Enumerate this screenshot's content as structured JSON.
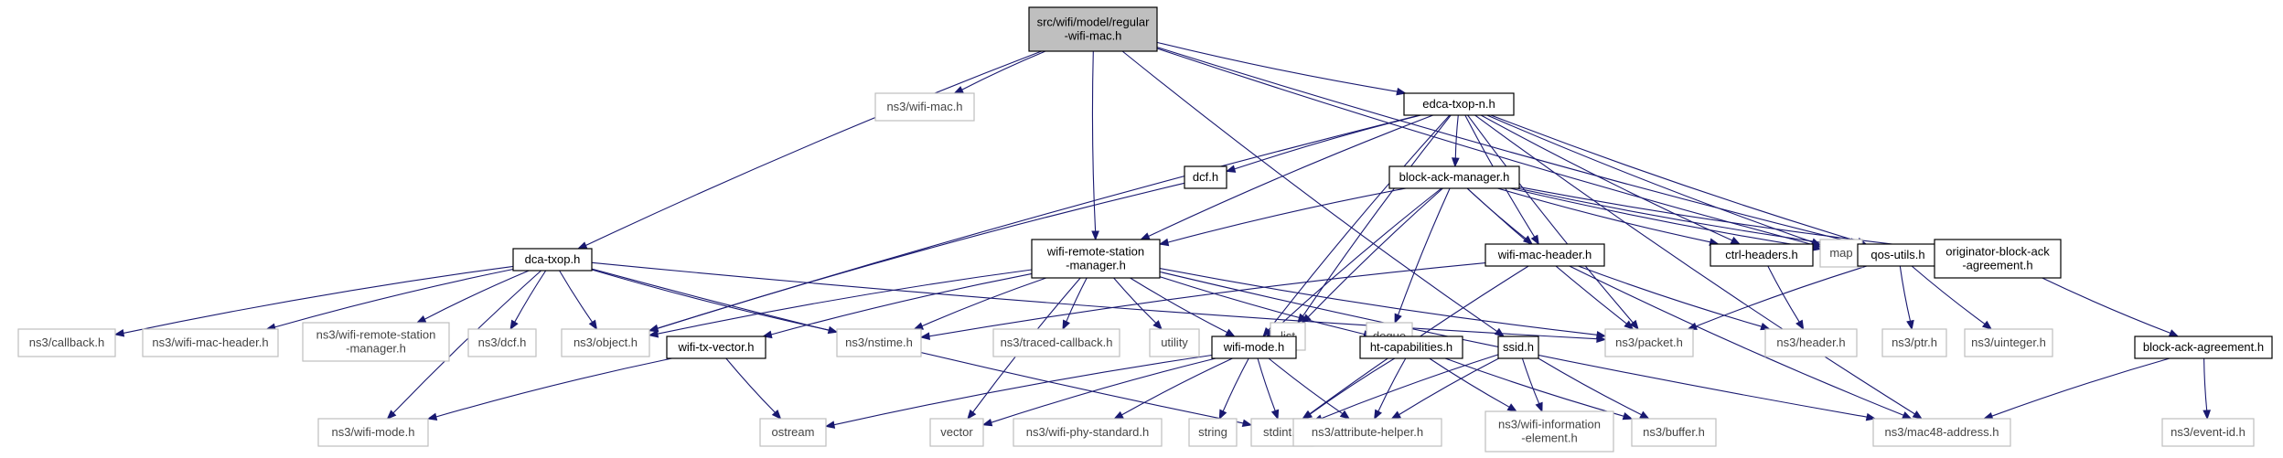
{
  "graph": {
    "colors": {
      "edge": "#191970",
      "root_fill": "#bfbfbf",
      "node_border": "#000000",
      "external_border": "#bfbfbf",
      "background": "#ffffff"
    },
    "nodes": [
      {
        "id": "root",
        "lines": [
          "src/wifi/model/regular",
          "-wifi-mac.h"
        ],
        "kind": "root"
      },
      {
        "id": "ns3wifimac",
        "lines": [
          "ns3/wifi-mac.h"
        ],
        "kind": "external"
      },
      {
        "id": "edca",
        "lines": [
          "edca-txop-n.h"
        ],
        "kind": "local"
      },
      {
        "id": "dcf",
        "lines": [
          "dcf.h"
        ],
        "kind": "local"
      },
      {
        "id": "bam",
        "lines": [
          "block-ack-manager.h"
        ],
        "kind": "local"
      },
      {
        "id": "dca",
        "lines": [
          "dca-txop.h"
        ],
        "kind": "local"
      },
      {
        "id": "wrsm",
        "lines": [
          "wifi-remote-station",
          "-manager.h"
        ],
        "kind": "local"
      },
      {
        "id": "list",
        "lines": [
          "list"
        ],
        "kind": "external"
      },
      {
        "id": "deque",
        "lines": [
          "deque"
        ],
        "kind": "external"
      },
      {
        "id": "wmh",
        "lines": [
          "wifi-mac-header.h"
        ],
        "kind": "local"
      },
      {
        "id": "ctrl",
        "lines": [
          "ctrl-headers.h"
        ],
        "kind": "local"
      },
      {
        "id": "map",
        "lines": [
          "map"
        ],
        "kind": "external"
      },
      {
        "id": "qos",
        "lines": [
          "qos-utils.h"
        ],
        "kind": "local"
      },
      {
        "id": "oba",
        "lines": [
          "originator-block-ack",
          "-agreement.h"
        ],
        "kind": "local"
      },
      {
        "id": "callback",
        "lines": [
          "ns3/callback.h"
        ],
        "kind": "external"
      },
      {
        "id": "ns3wmh",
        "lines": [
          "ns3/wifi-mac-header.h"
        ],
        "kind": "external"
      },
      {
        "id": "ns3wrsm",
        "lines": [
          "ns3/wifi-remote-station",
          "-manager.h"
        ],
        "kind": "external"
      },
      {
        "id": "ns3dcf",
        "lines": [
          "ns3/dcf.h"
        ],
        "kind": "external"
      },
      {
        "id": "object",
        "lines": [
          "ns3/object.h"
        ],
        "kind": "external"
      },
      {
        "id": "wtv",
        "lines": [
          "wifi-tx-vector.h"
        ],
        "kind": "local"
      },
      {
        "id": "nstime",
        "lines": [
          "ns3/nstime.h"
        ],
        "kind": "external"
      },
      {
        "id": "tracedcb",
        "lines": [
          "ns3/traced-callback.h"
        ],
        "kind": "external"
      },
      {
        "id": "utility",
        "lines": [
          "utility"
        ],
        "kind": "external"
      },
      {
        "id": "wmode",
        "lines": [
          "wifi-mode.h"
        ],
        "kind": "local"
      },
      {
        "id": "htcap",
        "lines": [
          "ht-capabilities.h"
        ],
        "kind": "local"
      },
      {
        "id": "ssid",
        "lines": [
          "ssid.h"
        ],
        "kind": "local"
      },
      {
        "id": "packet",
        "lines": [
          "ns3/packet.h"
        ],
        "kind": "external"
      },
      {
        "id": "header",
        "lines": [
          "ns3/header.h"
        ],
        "kind": "external"
      },
      {
        "id": "ptr",
        "lines": [
          "ns3/ptr.h"
        ],
        "kind": "external"
      },
      {
        "id": "uinteger",
        "lines": [
          "ns3/uinteger.h"
        ],
        "kind": "external"
      },
      {
        "id": "baa",
        "lines": [
          "block-ack-agreement.h"
        ],
        "kind": "local"
      },
      {
        "id": "ns3wmode",
        "lines": [
          "ns3/wifi-mode.h"
        ],
        "kind": "external"
      },
      {
        "id": "ostream",
        "lines": [
          "ostream"
        ],
        "kind": "external"
      },
      {
        "id": "vector",
        "lines": [
          "vector"
        ],
        "kind": "external"
      },
      {
        "id": "phystd",
        "lines": [
          "ns3/wifi-phy-standard.h"
        ],
        "kind": "external"
      },
      {
        "id": "string",
        "lines": [
          "string"
        ],
        "kind": "external"
      },
      {
        "id": "stdint",
        "lines": [
          "stdint.h"
        ],
        "kind": "external"
      },
      {
        "id": "attrhelper",
        "lines": [
          "ns3/attribute-helper.h"
        ],
        "kind": "external"
      },
      {
        "id": "wie",
        "lines": [
          "ns3/wifi-information",
          "-element.h"
        ],
        "kind": "external"
      },
      {
        "id": "buffer",
        "lines": [
          "ns3/buffer.h"
        ],
        "kind": "external"
      },
      {
        "id": "mac48",
        "lines": [
          "ns3/mac48-address.h"
        ],
        "kind": "external"
      },
      {
        "id": "eventid",
        "lines": [
          "ns3/event-id.h"
        ],
        "kind": "external"
      }
    ],
    "edges": [
      [
        "root",
        "ns3wifimac"
      ],
      [
        "root",
        "edca"
      ],
      [
        "root",
        "dca"
      ],
      [
        "root",
        "wrsm"
      ],
      [
        "root",
        "ssid"
      ],
      [
        "root",
        "qos"
      ],
      [
        "root",
        "map"
      ],
      [
        "edca",
        "dcf"
      ],
      [
        "edca",
        "bam"
      ],
      [
        "edca",
        "wrsm"
      ],
      [
        "edca",
        "list"
      ],
      [
        "edca",
        "wmh"
      ],
      [
        "edca",
        "ctrl"
      ],
      [
        "edca",
        "map"
      ],
      [
        "edca",
        "qos"
      ],
      [
        "edca",
        "packet"
      ],
      [
        "edca",
        "mac48"
      ],
      [
        "edca",
        "wmode"
      ],
      [
        "edca",
        "object"
      ],
      [
        "dcf",
        "object"
      ],
      [
        "bam",
        "list"
      ],
      [
        "bam",
        "deque"
      ],
      [
        "bam",
        "wmh"
      ],
      [
        "bam",
        "ctrl"
      ],
      [
        "bam",
        "map"
      ],
      [
        "bam",
        "qos"
      ],
      [
        "bam",
        "oba"
      ],
      [
        "bam",
        "packet"
      ],
      [
        "bam",
        "wmode"
      ],
      [
        "bam",
        "wrsm"
      ],
      [
        "dca",
        "callback"
      ],
      [
        "dca",
        "ns3wmh"
      ],
      [
        "dca",
        "ns3wrsm"
      ],
      [
        "dca",
        "ns3dcf"
      ],
      [
        "dca",
        "object"
      ],
      [
        "dca",
        "nstime"
      ],
      [
        "dca",
        "packet"
      ],
      [
        "dca",
        "stdint"
      ],
      [
        "dca",
        "ns3wmode"
      ],
      [
        "wrsm",
        "wtv"
      ],
      [
        "wrsm",
        "nstime"
      ],
      [
        "wrsm",
        "tracedcb"
      ],
      [
        "wrsm",
        "utility"
      ],
      [
        "wrsm",
        "wmode"
      ],
      [
        "wrsm",
        "htcap"
      ],
      [
        "wrsm",
        "packet"
      ],
      [
        "wrsm",
        "mac48"
      ],
      [
        "wrsm",
        "object"
      ],
      [
        "wrsm",
        "vector"
      ],
      [
        "wmh",
        "nstime"
      ],
      [
        "wmh",
        "header"
      ],
      [
        "wmh",
        "mac48"
      ],
      [
        "wmh",
        "stdint"
      ],
      [
        "ctrl",
        "header"
      ],
      [
        "qos",
        "packet"
      ],
      [
        "qos",
        "ptr"
      ],
      [
        "qos",
        "uinteger"
      ],
      [
        "oba",
        "baa"
      ],
      [
        "baa",
        "mac48"
      ],
      [
        "baa",
        "eventid"
      ],
      [
        "wtv",
        "ns3wmode"
      ],
      [
        "wtv",
        "ostream"
      ],
      [
        "wmode",
        "ostream"
      ],
      [
        "wmode",
        "vector"
      ],
      [
        "wmode",
        "phystd"
      ],
      [
        "wmode",
        "string"
      ],
      [
        "wmode",
        "stdint"
      ],
      [
        "wmode",
        "attrhelper"
      ],
      [
        "htcap",
        "stdint"
      ],
      [
        "htcap",
        "attrhelper"
      ],
      [
        "htcap",
        "wie"
      ],
      [
        "htcap",
        "buffer"
      ],
      [
        "ssid",
        "stdint"
      ],
      [
        "ssid",
        "attrhelper"
      ],
      [
        "ssid",
        "wie"
      ],
      [
        "ssid",
        "buffer"
      ]
    ]
  }
}
